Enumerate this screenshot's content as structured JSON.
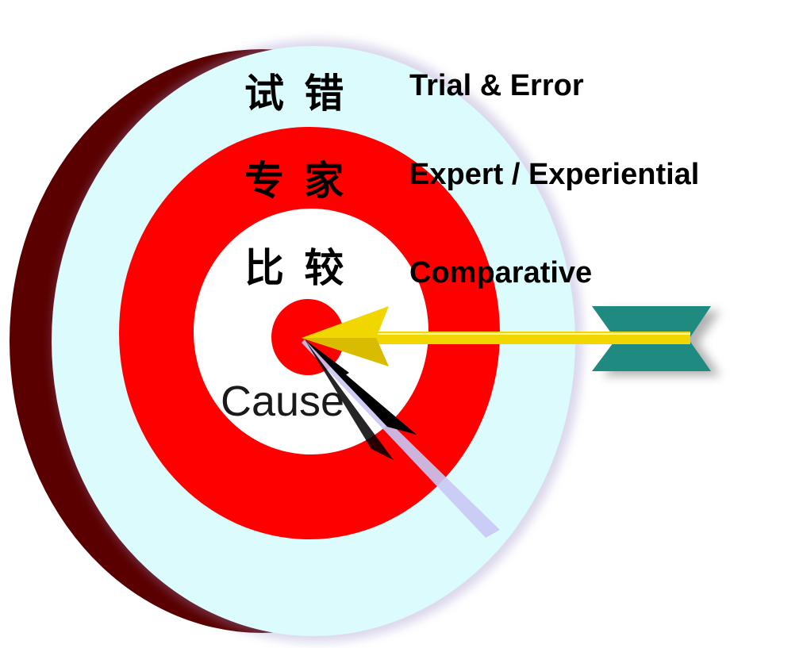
{
  "rings": [
    {
      "zh": "试 错",
      "en": "Trial & Error"
    },
    {
      "zh": "专 家",
      "en": "Expert / Experiential"
    },
    {
      "zh": "比 较",
      "en": "Comparative"
    }
  ],
  "center_label": "Cause",
  "colors": {
    "target_shadow": "#5a0000",
    "outer_ring": "#dcfbfd",
    "red_ring": "#ff0000",
    "inner_ring": "#ffffff",
    "bullseye": "#ff0000",
    "arrow_shaft": "#f2d600",
    "arrow_head": "#f2d600",
    "fletching": "#1e8a80",
    "ghost_arrow": "#c8c8f5"
  }
}
